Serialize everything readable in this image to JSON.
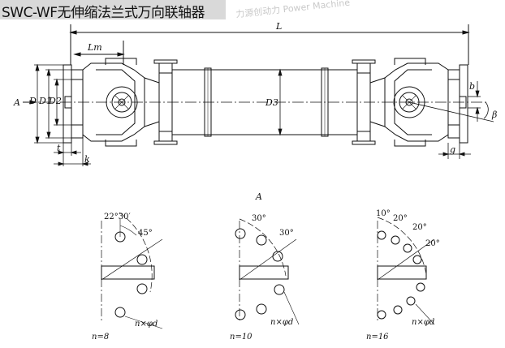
{
  "header": {
    "title": "SWC-WF无伸缩法兰式万向联轴器",
    "watermark": "力源创动力 Power Machine"
  },
  "main_drawing": {
    "dims": {
      "L": "L",
      "Lm": "Lm",
      "A": "A",
      "D": "D",
      "D1": "D1",
      "D2": "D2",
      "D3": "D3",
      "b": "b",
      "beta": "β",
      "t": "t",
      "k": "k",
      "g": "g"
    }
  },
  "view_label": "A",
  "flange_views": [
    {
      "count_label": "n=8",
      "angles": [
        "22°30′",
        "45°"
      ],
      "hole_label": "n×φd"
    },
    {
      "count_label": "n=10",
      "angles": [
        "30°",
        "30°"
      ],
      "hole_label": "n×φd"
    },
    {
      "count_label": "n=16",
      "angles": [
        "10°",
        "20°",
        "20°",
        "20°"
      ],
      "hole_label": "n×φd"
    }
  ],
  "colors": {
    "ink": "#111111",
    "title_bg": "#d9d9d9"
  }
}
